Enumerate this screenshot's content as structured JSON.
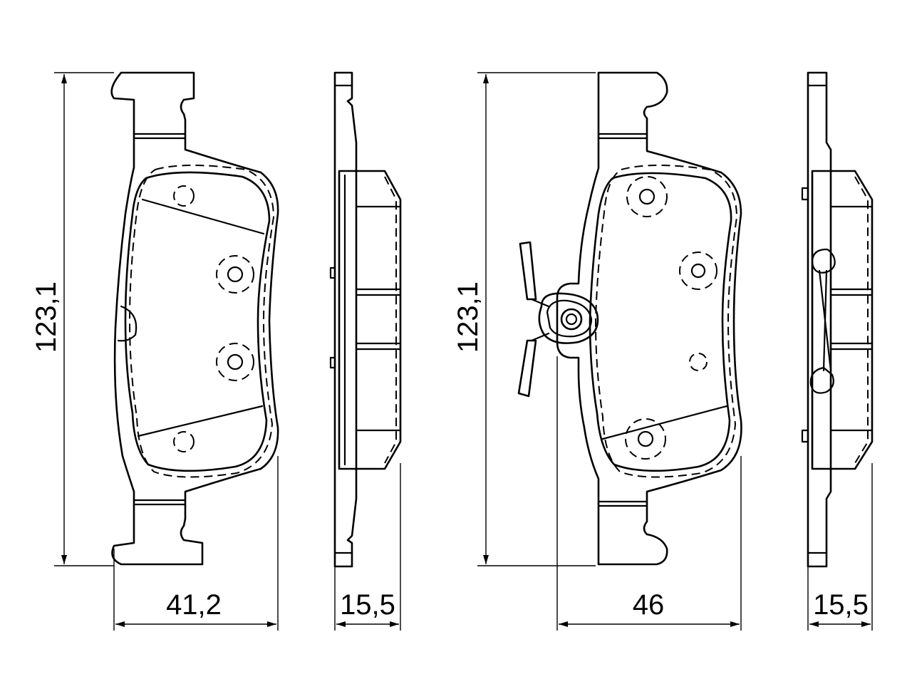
{
  "dimensions": {
    "pad1_height": "123,1",
    "pad1_width": "41,2",
    "pad1_thickness": "15,5",
    "pad2_height": "123,1",
    "pad2_width": "46",
    "pad2_thickness": "15,5"
  }
}
